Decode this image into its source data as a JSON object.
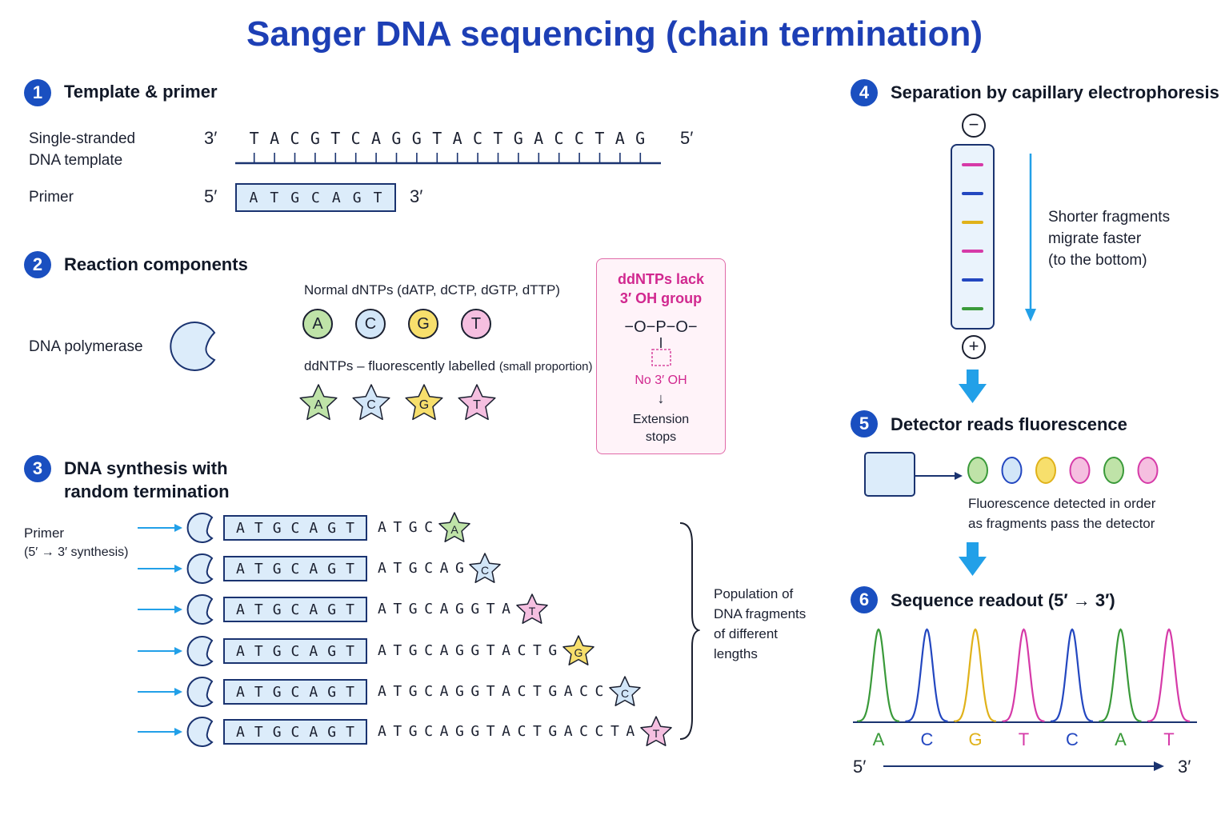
{
  "title": "Sanger DNA sequencing (chain termination)",
  "colors": {
    "A": "#bfe3a8",
    "C": "#d2e6f8",
    "G": "#f7df6c",
    "T": "#f5bfe0",
    "lineA": "#3a9a3a",
    "lineC": "#2347c0",
    "lineG": "#e0b21a",
    "lineT": "#d63aa8",
    "accent": "#1a4fc0",
    "arrow": "#22a0e8"
  },
  "s1": {
    "num": "1",
    "heading": "Template & primer",
    "template_label_1": "Single-stranded",
    "template_label_2": "DNA template",
    "template_3": "3′",
    "template_5": "5′",
    "template_seq": [
      "T",
      "A",
      "C",
      "G",
      "T",
      "C",
      "A",
      "G",
      "G",
      "T",
      "A",
      "C",
      "T",
      "G",
      "A",
      "C",
      "C",
      "T",
      "A",
      "G"
    ],
    "primer_label": "Primer",
    "primer_5": "5′",
    "primer_3": "3′",
    "primer_seq": [
      "A",
      "T",
      "G",
      "C",
      "A",
      "G",
      "T"
    ]
  },
  "s2": {
    "num": "2",
    "heading": "Reaction components",
    "polymerase": "DNA polymerase",
    "dntp_label": "Normal dNTPs (dATP, dCTP, dGTP, dTTP)",
    "dntps": [
      "A",
      "C",
      "G",
      "T"
    ],
    "ddntp_label": "ddNTPs – fluorescently labelled",
    "ddntp_note": "(small proportion)",
    "ddntps": [
      "A",
      "C",
      "G",
      "T"
    ],
    "box_title_1": "ddNTPs lack",
    "box_title_2": "3′ OH group",
    "chem": "−O−P−O−",
    "no_oh": "No 3′ OH",
    "down_arrow": "↓",
    "ext_1": "Extension",
    "ext_2": "stops"
  },
  "s3": {
    "num": "3",
    "heading_1": "DNA synthesis with",
    "heading_2": "random termination",
    "primer_label": "Primer",
    "primer_sub": "(5′ → 3′ synthesis)",
    "primer_seq": [
      "A",
      "T",
      "G",
      "C",
      "A",
      "G",
      "T"
    ],
    "fragments": [
      {
        "ext": "ATGC",
        "term": "A"
      },
      {
        "ext": "ATGCAG",
        "term": "C"
      },
      {
        "ext": "ATGCAGGTA",
        "term": "T"
      },
      {
        "ext": "ATGCAGGTACTG",
        "term": "G"
      },
      {
        "ext": "ATGCAGGTACTGACC",
        "term": "C"
      },
      {
        "ext": "ATGCAGGTACTGACCTA",
        "term": "T"
      }
    ],
    "population_1": "Population of",
    "population_2": "DNA fragments",
    "population_3": "of different",
    "population_4": "lengths"
  },
  "s4": {
    "num": "4",
    "heading": "Separation by capillary electrophoresis",
    "minus": "−",
    "plus": "+",
    "band_colors": [
      "T",
      "C",
      "G",
      "T",
      "C",
      "A"
    ],
    "note_1": "Shorter fragments",
    "note_2": "migrate faster",
    "note_3": "(to the bottom)"
  },
  "s5": {
    "num": "5",
    "heading": "Detector reads fluorescence",
    "dots": [
      "A",
      "C",
      "G",
      "T",
      "A",
      "T"
    ],
    "note_1": "Fluorescence detected in order",
    "note_2": "as fragments pass the detector"
  },
  "s6": {
    "num": "6",
    "heading": "Sequence readout (5′ → 3′)",
    "bases": [
      "A",
      "C",
      "G",
      "T",
      "C",
      "A",
      "T"
    ],
    "end_5": "5′",
    "end_3": "3′"
  }
}
